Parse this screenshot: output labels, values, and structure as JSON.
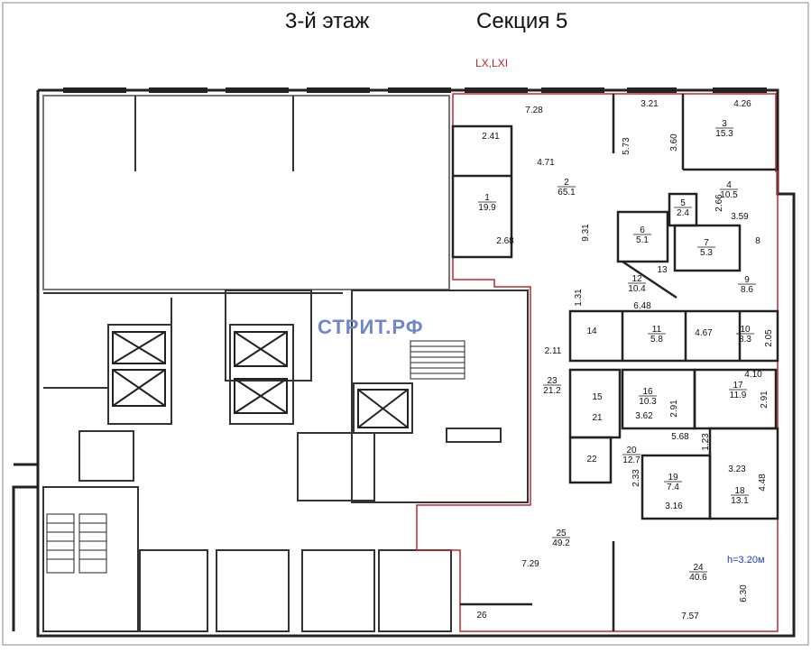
{
  "header": {
    "floor": "3-й этаж",
    "section": "Секция 5",
    "axis_label": "LX,LXI"
  },
  "watermark": "СТРИТ.РФ",
  "ceiling_height": "h=3.20м",
  "rooms": [
    {
      "id": "1",
      "area": "19.9"
    },
    {
      "id": "2",
      "area": "65.1"
    },
    {
      "id": "3",
      "area": "15.3"
    },
    {
      "id": "4",
      "area": "10.5"
    },
    {
      "id": "5",
      "area": "2.4"
    },
    {
      "id": "6",
      "area": "5.1"
    },
    {
      "id": "7",
      "area": "5.3"
    },
    {
      "id": "8",
      "area": ""
    },
    {
      "id": "9",
      "area": "8.6"
    },
    {
      "id": "10",
      "area": "8.3"
    },
    {
      "id": "11",
      "area": "5.8"
    },
    {
      "id": "12",
      "area": "10.4"
    },
    {
      "id": "13",
      "area": ""
    },
    {
      "id": "14",
      "area": ""
    },
    {
      "id": "15",
      "area": ""
    },
    {
      "id": "16",
      "area": "10.3"
    },
    {
      "id": "17",
      "area": "11.9"
    },
    {
      "id": "18",
      "area": "13.1"
    },
    {
      "id": "19",
      "area": "7.4"
    },
    {
      "id": "20",
      "area": "12.7"
    },
    {
      "id": "21",
      "area": ""
    },
    {
      "id": "22",
      "area": ""
    },
    {
      "id": "23",
      "area": "21.2"
    },
    {
      "id": "24",
      "area": "40.6"
    },
    {
      "id": "25",
      "area": "49.2"
    },
    {
      "id": "26",
      "area": ""
    }
  ],
  "dimensions": [
    "7.28",
    "3.21",
    "4.26",
    "2.41",
    "4.71",
    "5.73",
    "3.60",
    "2.66",
    "3.59",
    "9.31",
    "2.68",
    "1.31",
    "6.48",
    "4.67",
    "2.05",
    "2.11",
    "4.10",
    "2.91",
    "3.62",
    "2.91",
    "5.68",
    "1.23",
    "3.23",
    "4.48",
    "2.33",
    "3.16",
    "7.29",
    "7.57",
    "6.30"
  ]
}
